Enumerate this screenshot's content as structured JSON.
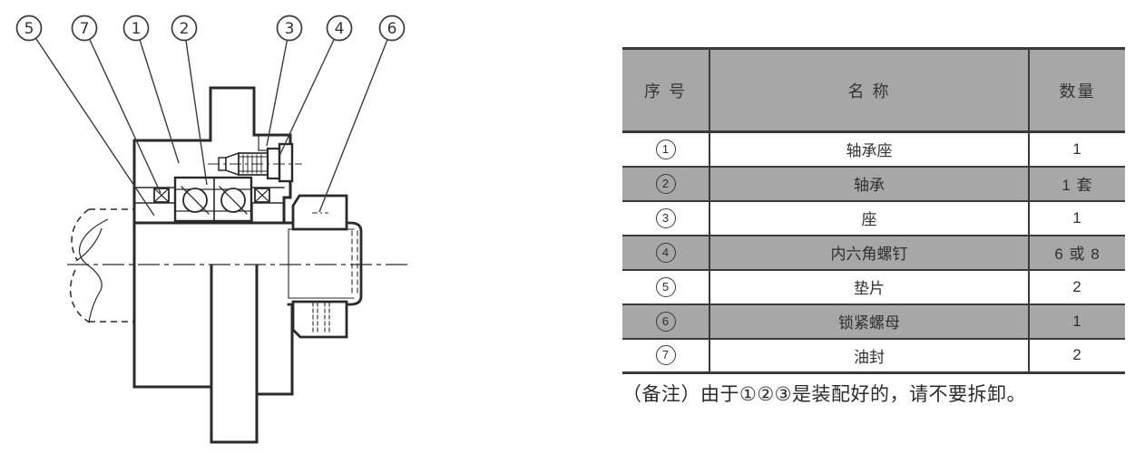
{
  "diagram": {
    "description": "bearing-unit-cross-section",
    "callouts": [
      {
        "label": "5"
      },
      {
        "label": "7"
      },
      {
        "label": "1"
      },
      {
        "label": "2"
      },
      {
        "label": "3"
      },
      {
        "label": "4"
      },
      {
        "label": "6"
      }
    ]
  },
  "table": {
    "headers": [
      "序 号",
      "名 称",
      "数量"
    ],
    "rows": [
      {
        "no": "①",
        "name": "轴承座",
        "qty": "1"
      },
      {
        "no": "②",
        "name": "轴承",
        "qty": "1 套"
      },
      {
        "no": "③",
        "name": "座",
        "qty": "1"
      },
      {
        "no": "④",
        "name": "内六角螺钉",
        "qty": "6 或 8"
      },
      {
        "no": "⑤",
        "name": "垫片",
        "qty": "2"
      },
      {
        "no": "⑥",
        "name": "锁紧螺母",
        "qty": "1"
      },
      {
        "no": "⑦",
        "name": "油封",
        "qty": "2"
      }
    ]
  },
  "note": "（备注）由于①②③是装配好的，请不要拆卸。",
  "colors": {
    "row_stripe": "#a7a7a7",
    "table_line": "#3a3a3a",
    "drawing_line": "#2a2a2a"
  }
}
